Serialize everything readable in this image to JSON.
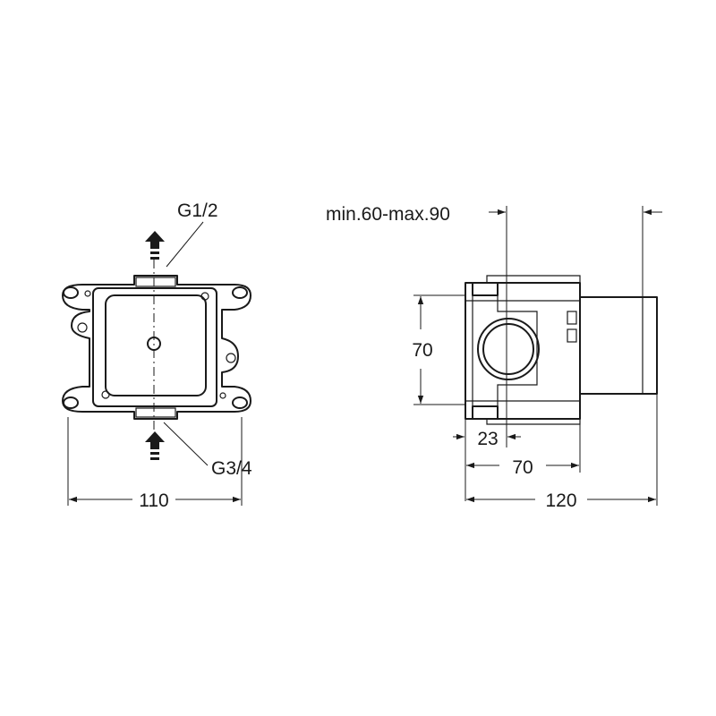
{
  "front_view": {
    "outlet_label": "G1/2",
    "inlet_label": "G3/4",
    "width_label": "110"
  },
  "side_view": {
    "wall_depth_label": "min.60-max.90",
    "height_label": "70",
    "offset_label": "23",
    "body_depth_label": "70",
    "total_depth_label": "120"
  },
  "icons": {
    "flow_arrow_up": "arrow-up-icon",
    "flow_arrow_in": "arrow-up-icon"
  },
  "colors": {
    "line": "#1a1a1a",
    "background": "#ffffff"
  }
}
